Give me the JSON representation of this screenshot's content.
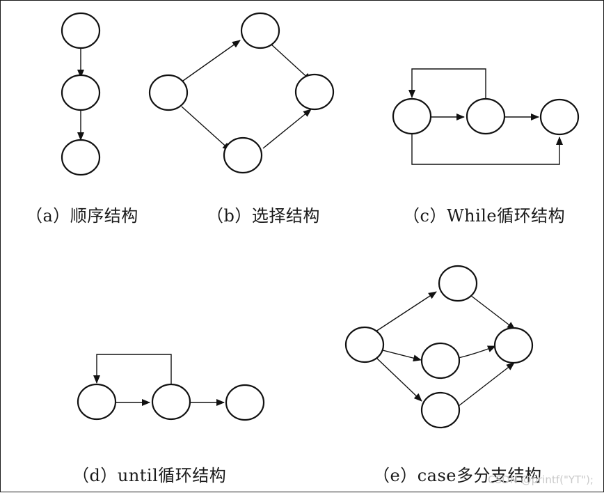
{
  "captions": {
    "a": "（a）顺序结构",
    "b": "（b）选择结构",
    "c": "（c）While循环结构",
    "d": "（d）until循环结构",
    "e": "（e）case多分支结构"
  },
  "watermark": "CSDN @printf(\"YT\");",
  "colors": {
    "stroke": "#111111",
    "background": "#ffffff",
    "watermark": "#c9c9c9"
  }
}
